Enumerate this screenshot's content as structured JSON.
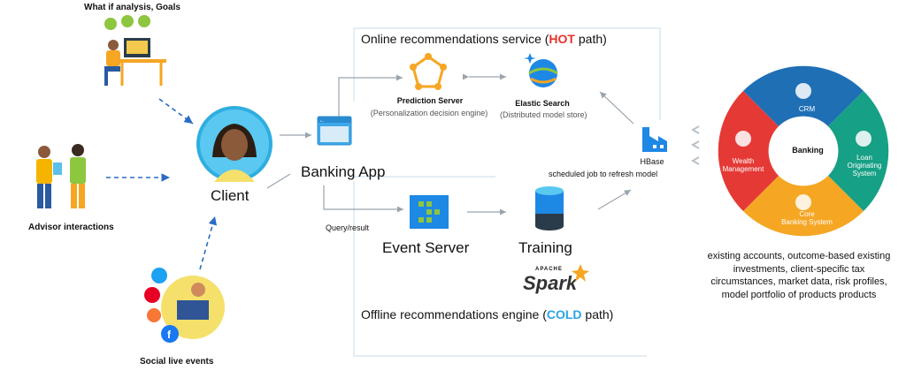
{
  "actors": {
    "what_if": "What if analysis, Goals",
    "advisor": "Advisor interactions",
    "social": "Social live events",
    "client": "Client"
  },
  "app": {
    "banking_app": "Banking App",
    "query_result": "Query/result"
  },
  "hot_path": {
    "title_prefix": "Online recommendations service (",
    "title_hot": "HOT",
    "title_suffix": " path)",
    "prediction_server": "Prediction Server",
    "prediction_sub": "(Personalization decision engine)",
    "elastic_search": "Elastic Search",
    "elastic_sub": "(Distributed model store)"
  },
  "cold_path": {
    "title_prefix": "Offline recommendations engine (",
    "title_cold": "COLD",
    "title_suffix": " path)",
    "event_server": "Event Server",
    "training": "Training",
    "spark_apache": "APACHE",
    "spark": "Spark"
  },
  "hbase": {
    "name": "HBase",
    "job": "scheduled job to refresh model"
  },
  "banking_wheel": {
    "center": "Banking",
    "crm": "CRM",
    "wealth_1": "Wealth",
    "wealth_2": "Management",
    "loan_1": "Loan",
    "loan_2": "Originating",
    "loan_3": "System",
    "core_1": "Core",
    "core_2": "Banking System",
    "colors": {
      "crm": "#1f6fb5",
      "wealth": "#e53935",
      "loan": "#16a085",
      "core": "#f5a623"
    }
  },
  "description": {
    "line1": "existing accounts, outcome-based existing",
    "line2": "investments, client-specific tax",
    "line3": "circumstances, market data, risk profiles,",
    "line4": "model portfolio of products products"
  }
}
